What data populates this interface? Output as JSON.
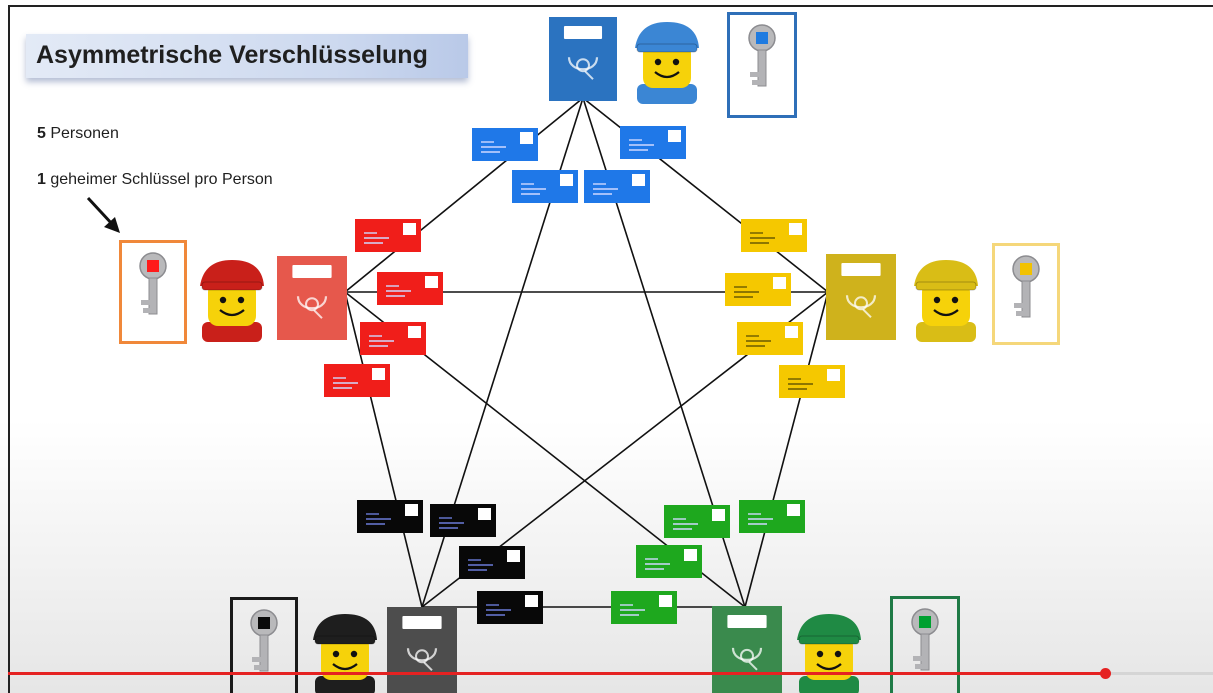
{
  "slide": {
    "title": "Asymmetrische Verschlüsselung",
    "stats": [
      {
        "number": "5",
        "text": "Personen"
      },
      {
        "number": "1",
        "text": "geheimer Schlüssel pro Person"
      }
    ]
  },
  "persons": [
    {
      "color": "blue",
      "hex": "#2b73c0",
      "light": "#3b86d4",
      "key_color": "#1f7be0",
      "frame": "#2f6fb8"
    },
    {
      "color": "red",
      "hex": "#e6584c",
      "light": "#c9201a",
      "key_color": "#ff1a1a",
      "frame": "#f0883a"
    },
    {
      "color": "yellow",
      "hex": "#cfb21c",
      "light": "#d9bd16",
      "key_color": "#f2c200",
      "frame": "#f5d77a"
    },
    {
      "color": "black",
      "hex": "#4d4d4d",
      "light": "#1e1e1e",
      "key_color": "#0a0a0a",
      "frame": "#1a1a1a"
    },
    {
      "color": "green",
      "hex": "#3a8a4d",
      "light": "#1f8a44",
      "key_color": "#00a030",
      "frame": "#1f7a46"
    }
  ],
  "icons": {
    "mailbox": "post-horn-mailbox-icon",
    "figure": "lego-postman-icon",
    "key": "secret-key-icon",
    "letter": "envelope-icon",
    "arrow": "arrow-icon"
  },
  "envelope_colors": {
    "blue": "#1f78e8",
    "red": "#f01e1a",
    "yellow": "#f5c800",
    "black": "#080808",
    "green": "#1ea81e"
  },
  "player": {
    "progress": 0.91,
    "accent": "#e52222"
  }
}
